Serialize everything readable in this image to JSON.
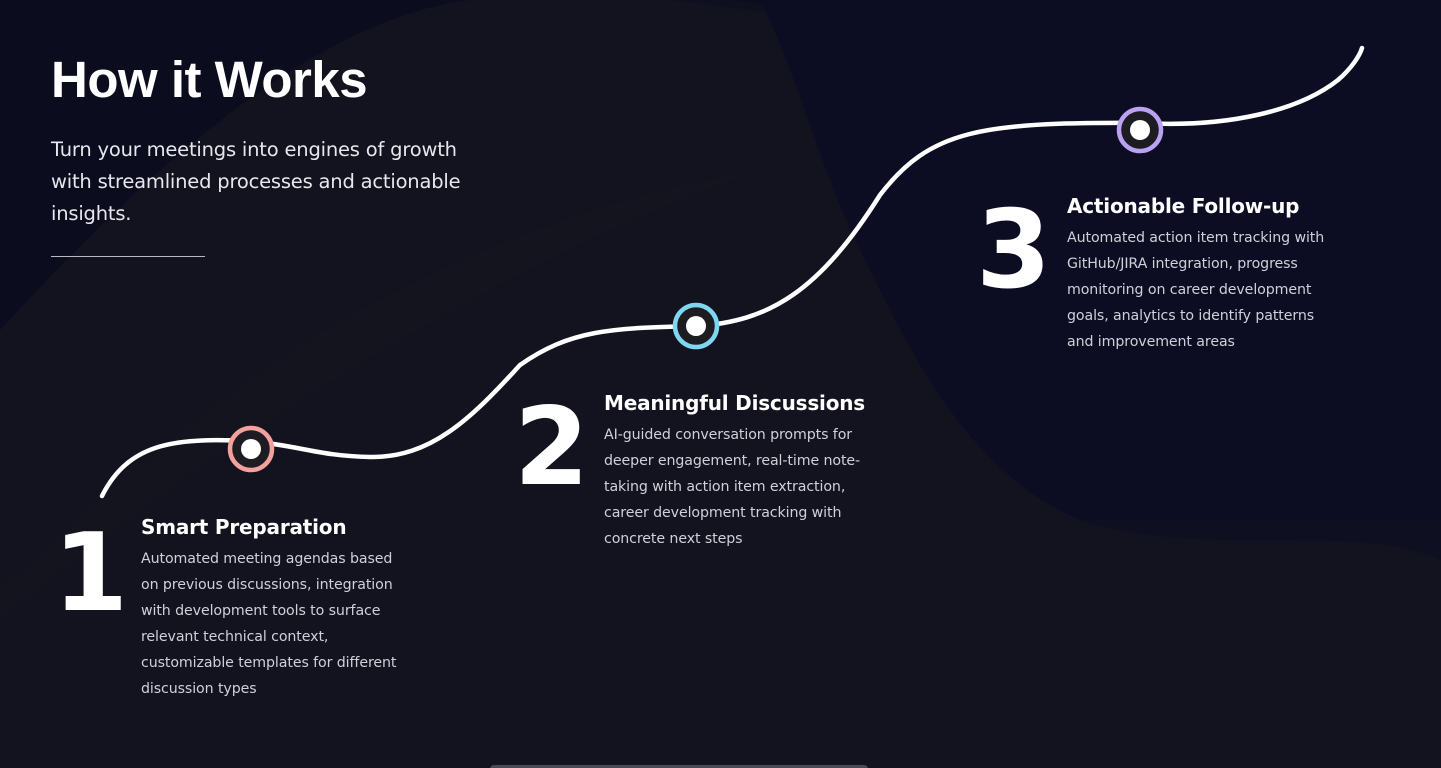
{
  "hero": {
    "title": "How it Works",
    "subtitle": "Turn your meetings into engines of growth with streamlined processes and actionable insights."
  },
  "steps": [
    {
      "number": "1",
      "title": "Smart Preparation",
      "description": "Automated meeting agendas based on previous discussions, integration with development tools to surface relevant technical context, customizable templates for different discussion types",
      "marker_color": "#f4a09c"
    },
    {
      "number": "2",
      "title": "Meaningful Discussions",
      "description": "AI-guided conversation prompts for deeper engagement, real-time note-taking with action item extraction, career development tracking with concrete next steps",
      "marker_color": "#7fd6f0"
    },
    {
      "number": "3",
      "title": "Actionable Follow-up",
      "description": "Automated action item tracking with GitHub/JIRA integration, progress monitoring on career development goals, analytics to identify patterns and improvement areas",
      "marker_color": "#b9a2f2"
    }
  ],
  "colors": {
    "background_dark": "#0b0d20",
    "background": "#13131f",
    "text": "#ffffff",
    "text_muted": "#cfd0d8",
    "marker_fill": "#1c1c22",
    "path": "#ffffff"
  }
}
